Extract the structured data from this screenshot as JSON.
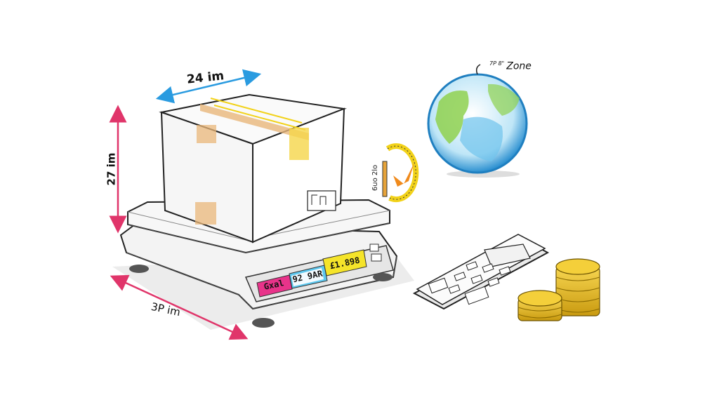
{
  "illustration": {
    "style": "pencil sketch with color accents",
    "subject": "shipping package measurement and cost calculation"
  },
  "dimensions": {
    "width_label": "24 im",
    "height_label": "27 im",
    "depth_label": "3P im"
  },
  "scale": {
    "display_pink": "Gxal",
    "display_blue": "92 9AR",
    "display_yellow": "£1.898"
  },
  "globe": {
    "label_small": "7P 8\"",
    "label": "Zone"
  },
  "tape": {
    "label": "6uo 2lo"
  },
  "colors": {
    "dimension_blue": "#2a9be0",
    "dimension_pink": "#e0356a",
    "tape_yellow": "#f2d21a",
    "box_tape_tan": "#e9b77a",
    "display_pink": "#e8338a",
    "display_blue": "#5ec8ef",
    "display_yellow": "#f5e42a",
    "globe_blue": "#3aa7e0",
    "globe_green": "#8fd14f",
    "coin_gold": "#e5b820",
    "check_orange": "#f08a1c"
  }
}
